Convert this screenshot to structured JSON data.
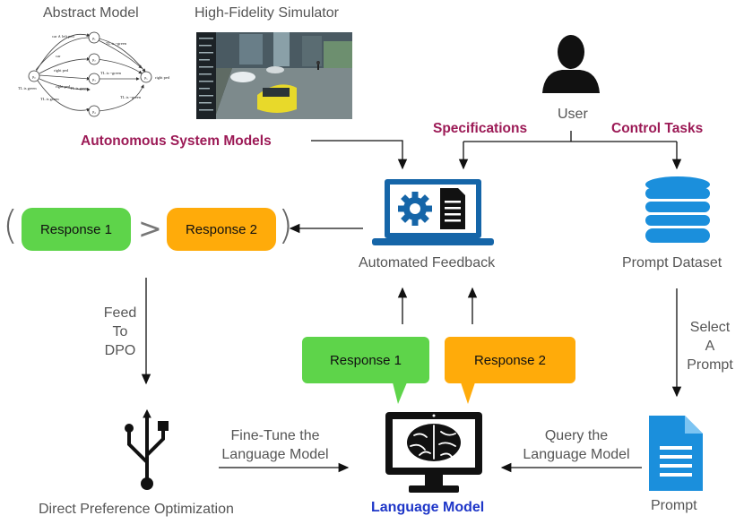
{
  "top_left": {
    "abstract_model_title": "Abstract Model",
    "simulator_title": "High-Fidelity Simulator",
    "section_label": "Autonomous System Models",
    "fsm_labels": [
      "p₀",
      "p₁",
      "p₂",
      "p₃",
      "p₄",
      "p₅"
    ],
    "fsm_edges": [
      "car ∧ left pedl",
      "TL is ~green",
      "right ped",
      "TL is ~green",
      "TL is green",
      "TL is green",
      "right ped",
      "right ped",
      "TL is green",
      "TL is green"
    ]
  },
  "user": {
    "label": "User",
    "specifications": "Specifications",
    "control_tasks": "Control Tasks"
  },
  "feedback": {
    "label": "Automated Feedback",
    "comparison_open": "(",
    "comparison_op": ">",
    "comparison_close": ")",
    "response1": "Response 1",
    "response2": "Response 2"
  },
  "dataset": {
    "label": "Prompt Dataset",
    "select_prompt": [
      "Select",
      "A",
      "Prompt"
    ]
  },
  "dpo": {
    "feed_to": [
      "Feed",
      "To",
      "DPO"
    ],
    "label": "Direct Preference Optimization",
    "fine_tune": [
      "Fine-Tune the",
      "Language Model"
    ]
  },
  "language_model": {
    "label": "Language Model",
    "response1": "Response 1",
    "response2": "Response 2",
    "query": [
      "Query the",
      "Language Model"
    ]
  },
  "prompt": {
    "label": "Prompt"
  },
  "colors": {
    "accent_maroon": "#9c1a56",
    "icon_blue": "#1565a8",
    "green": "#5ed44a",
    "orange": "#ffab0a",
    "lm_label_blue": "#1e36c8"
  }
}
